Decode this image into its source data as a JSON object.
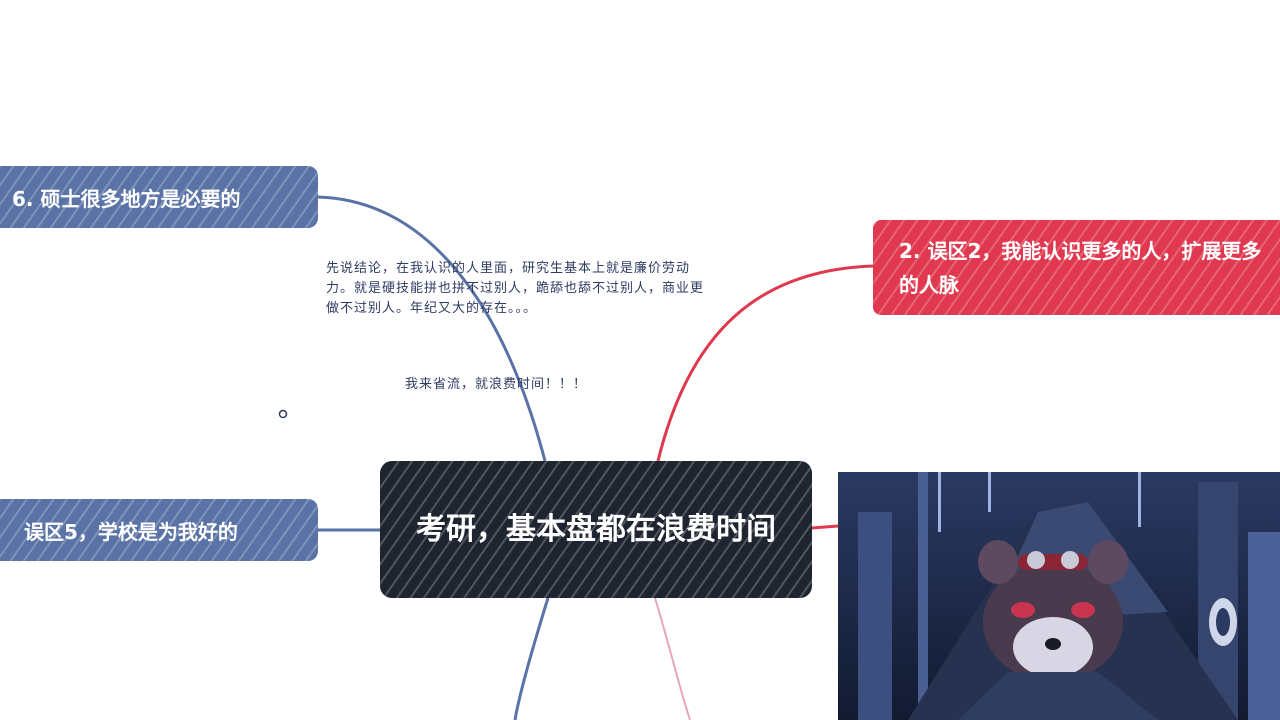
{
  "central": {
    "label": "考研，基本盘都在浪费时间"
  },
  "branches": {
    "b6": {
      "label": "6. 硕士很多地方是必要的"
    },
    "b2": {
      "label": "2. 误区2，我能认识更多的人，扩展更多的人脉"
    },
    "b5": {
      "label": "误区5，学校是为我好的"
    }
  },
  "notes": {
    "conclusion": "先说结论，在我认识的人里面，研究生基本上就是廉价劳动力。就是硬技能拼也拼不过别人，跪舔也舔不过别人，商业更做不过别人。年纪又大的存在。。。",
    "waste": "我来省流，就浪费时间！！！"
  },
  "colors": {
    "blue_node": "#5a73a6",
    "red_node": "#e0384e",
    "center_node": "#1f2530",
    "blue_line": "#5a73a6",
    "red_line": "#e0384e",
    "note_text": "#2e3b63"
  },
  "image": {
    "subject": "red-panda-illustration"
  }
}
